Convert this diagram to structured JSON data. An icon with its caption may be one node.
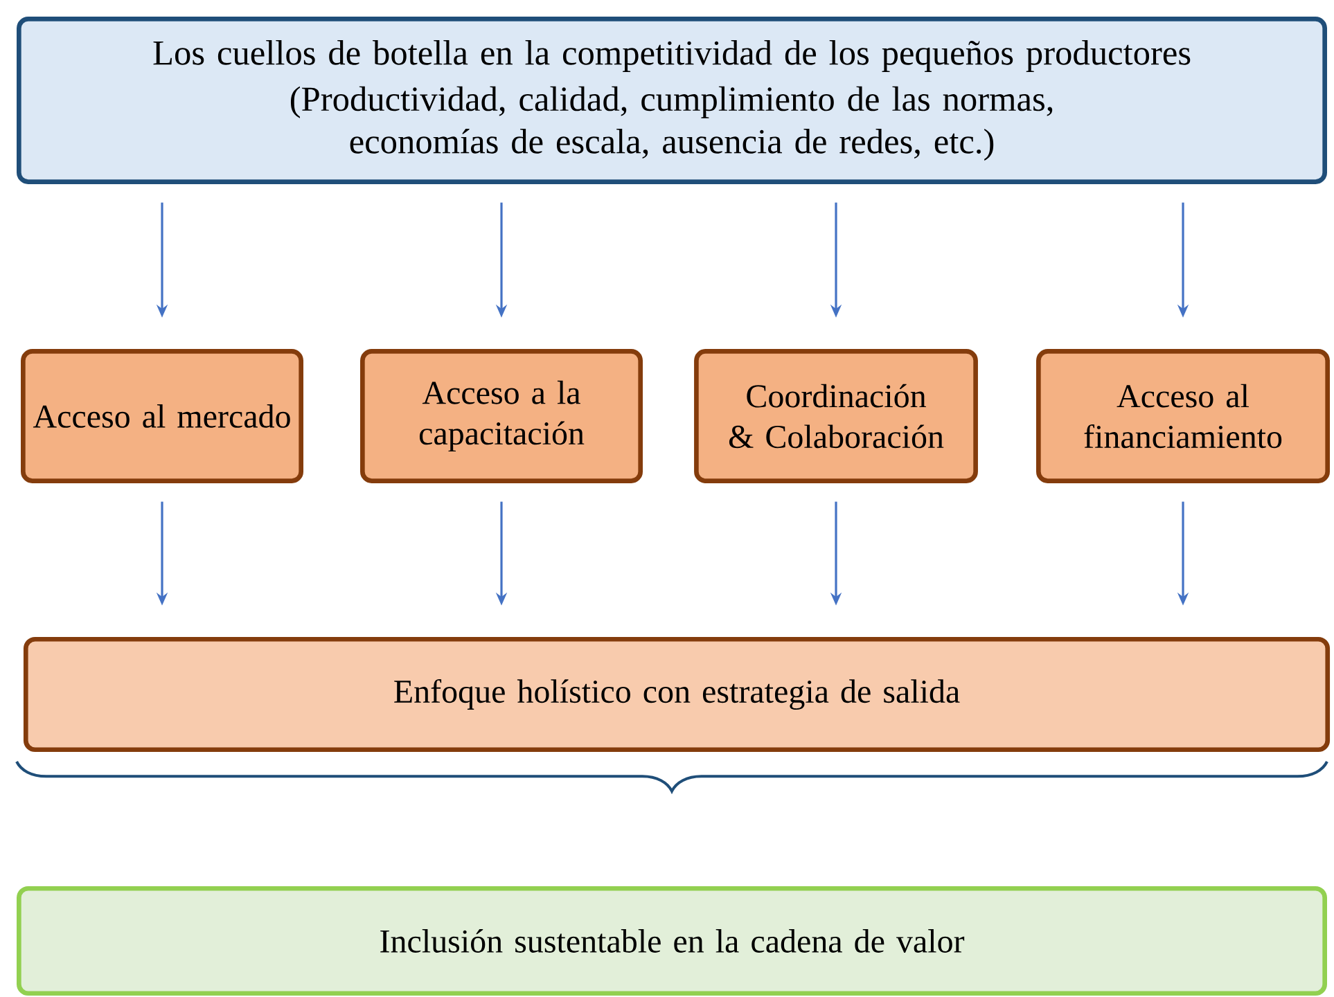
{
  "diagram": {
    "nodes": [
      {
        "text": [
          "Los cuellos de botella en la competitividad de los pequeños productores",
          "(Productividad, calidad, cumplimiento de las normas, economías de escala, ausencia de redes, etc.)"
        ]
      },
      {
        "text": [
          "Acceso al mercado"
        ]
      },
      {
        "text": [
          "Acceso a la capacitación"
        ]
      },
      {
        "text": [
          "Coordinación & Colaboración"
        ]
      },
      {
        "text": [
          "Acceso al financiamiento"
        ]
      },
      {
        "text": [
          "Enfoque holístico con estrategia de salida"
        ]
      },
      {
        "text": [
          "Inclusión sustentable en la cadena de valor"
        ]
      }
    ],
    "edges": [
      {
        "from": 0,
        "to": 1,
        "arrow": "to"
      },
      {
        "from": 0,
        "to": 2,
        "arrow": "to"
      },
      {
        "from": 0,
        "to": 3,
        "arrow": "to"
      },
      {
        "from": 0,
        "to": 4,
        "arrow": "to"
      },
      {
        "from": 1,
        "to": 5,
        "arrow": "to"
      },
      {
        "from": 2,
        "to": 5,
        "arrow": "to"
      },
      {
        "from": 3,
        "to": 5,
        "arrow": "to"
      },
      {
        "from": 4,
        "to": 5,
        "arrow": "to"
      }
    ]
  }
}
